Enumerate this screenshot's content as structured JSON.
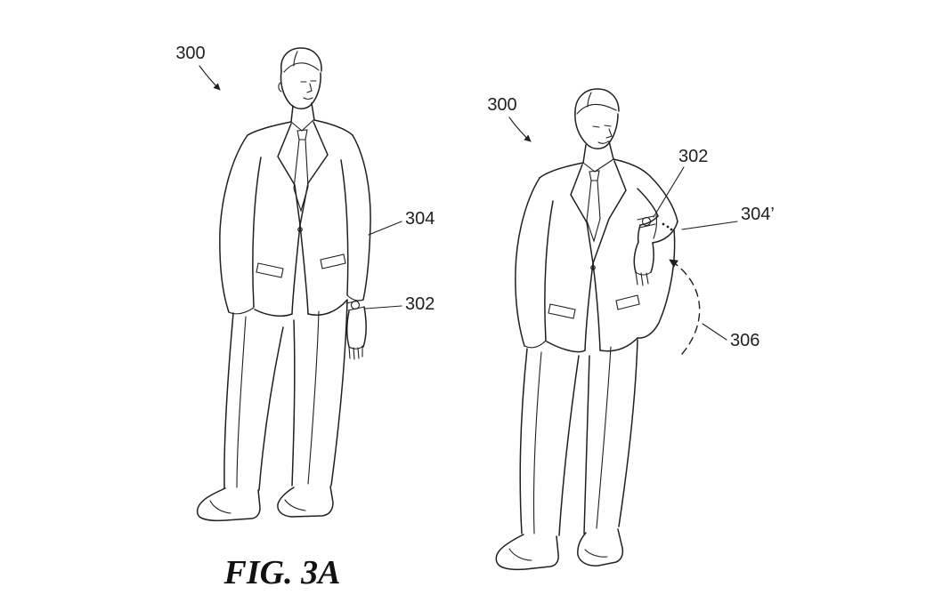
{
  "figure": {
    "caption": "FIG. 3A",
    "left": {
      "ref_300": "300",
      "ref_304": "304",
      "ref_302": "302"
    },
    "right": {
      "ref_300": "300",
      "ref_302": "302",
      "ref_304_prime": "304’",
      "ref_306": "306"
    }
  }
}
